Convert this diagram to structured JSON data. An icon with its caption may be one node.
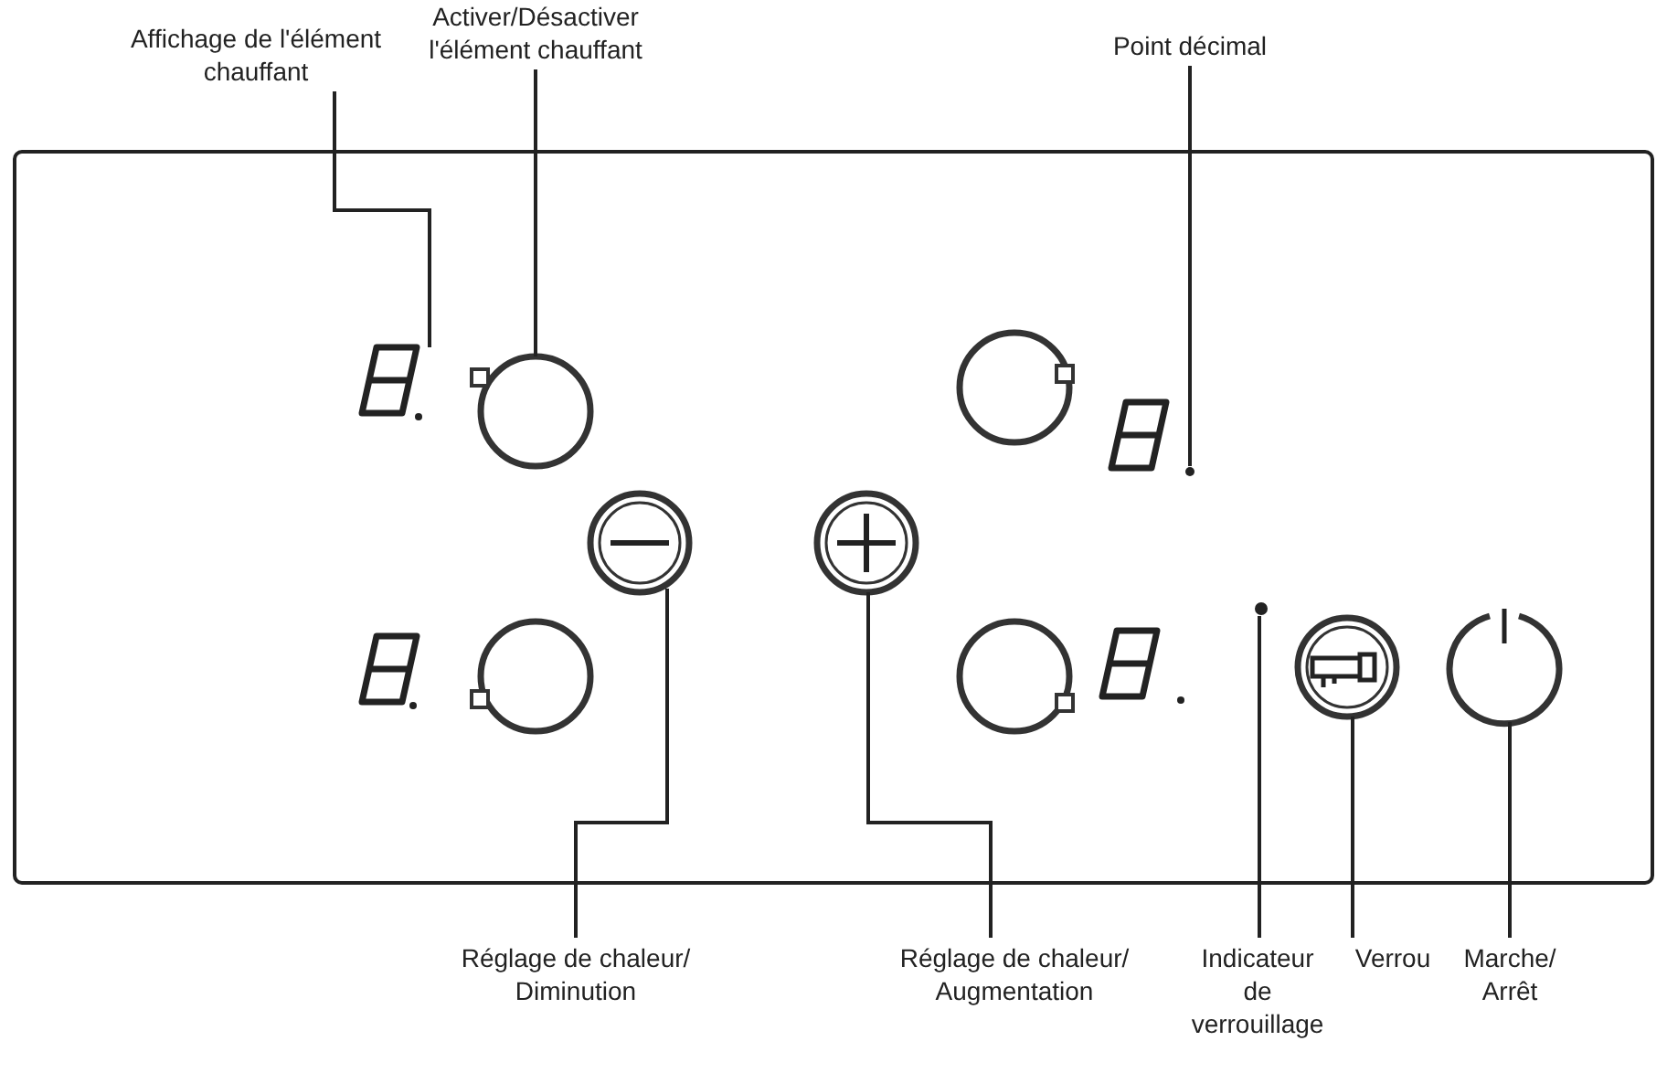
{
  "diagram": {
    "nodes": [
      {
        "text": [
          "Affichage de l'élément chauffant"
        ]
      },
      {
        "text": [
          "Activer/Désactiver l'élément chauffant"
        ]
      },
      {
        "text": [
          "Point décimal"
        ]
      },
      {
        "text": [],
        "shape": "display"
      },
      {
        "text": [],
        "shape": "circle"
      },
      {
        "text": [],
        "shape": "dot"
      },
      {
        "text": [],
        "shape": "circle"
      },
      {
        "text": [],
        "shape": "circle"
      },
      {
        "text": [],
        "shape": "dot"
      },
      {
        "text": [],
        "shape": "circle"
      },
      {
        "text": [],
        "shape": "circle"
      },
      {
        "text": [
          "Réglage de chaleur/ Diminution"
        ]
      },
      {
        "text": [
          "Réglage de chaleur/ Augmentation"
        ]
      },
      {
        "text": [
          "Indicateur de verrouillage"
        ]
      },
      {
        "text": [
          "Verrou"
        ]
      },
      {
        "text": [
          "Marche/ Arrêt"
        ]
      }
    ],
    "edges": [
      {
        "from": 0,
        "to": 3,
        "arrow": "none"
      },
      {
        "from": 1,
        "to": 4,
        "arrow": "none"
      },
      {
        "from": 2,
        "to": 5,
        "arrow": "none"
      },
      {
        "from": 11,
        "to": 6,
        "arrow": "none"
      },
      {
        "from": 12,
        "to": 7,
        "arrow": "none"
      },
      {
        "from": 13,
        "to": 8,
        "arrow": "none"
      },
      {
        "from": 14,
        "to": 9,
        "arrow": "none"
      },
      {
        "from": 15,
        "to": 10,
        "arrow": "none"
      }
    ]
  }
}
